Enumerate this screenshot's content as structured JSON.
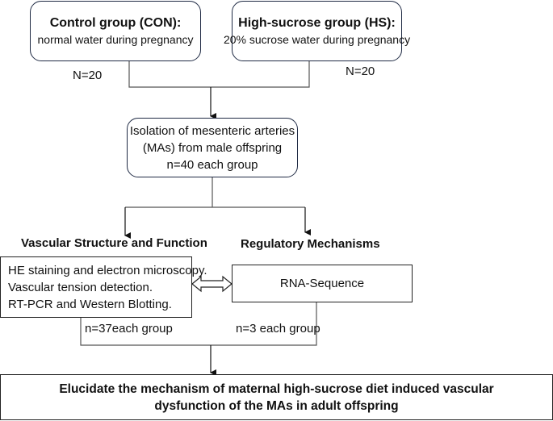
{
  "control_box": {
    "title": "Control group (CON):",
    "subtitle": "normal water during pregnancy",
    "n": "N=20"
  },
  "hs_box": {
    "title": "High-sucrose group (HS):",
    "subtitle": "20% sucrose water during pregnancy",
    "n": "N=20"
  },
  "isolation_box": {
    "lines": [
      "Isolation of mesenteric arteries",
      "(MAs) from male offspring",
      "n=40 each group"
    ]
  },
  "vascular": {
    "heading": "Vascular Structure and Function",
    "lines": [
      "HE staining and electron microscopy.",
      "Vascular tension detection.",
      "RT-PCR and Western Blotting."
    ],
    "n": "n=37each group"
  },
  "regulatory": {
    "heading": "Regulatory Mechanisms",
    "label": "RNA-Sequence",
    "n": "n=3 each group"
  },
  "conclusion": {
    "lines": [
      "Elucidate the mechanism of maternal high-sucrose diet induced vascular",
      "dysfunction of the MAs in adult offspring"
    ]
  }
}
